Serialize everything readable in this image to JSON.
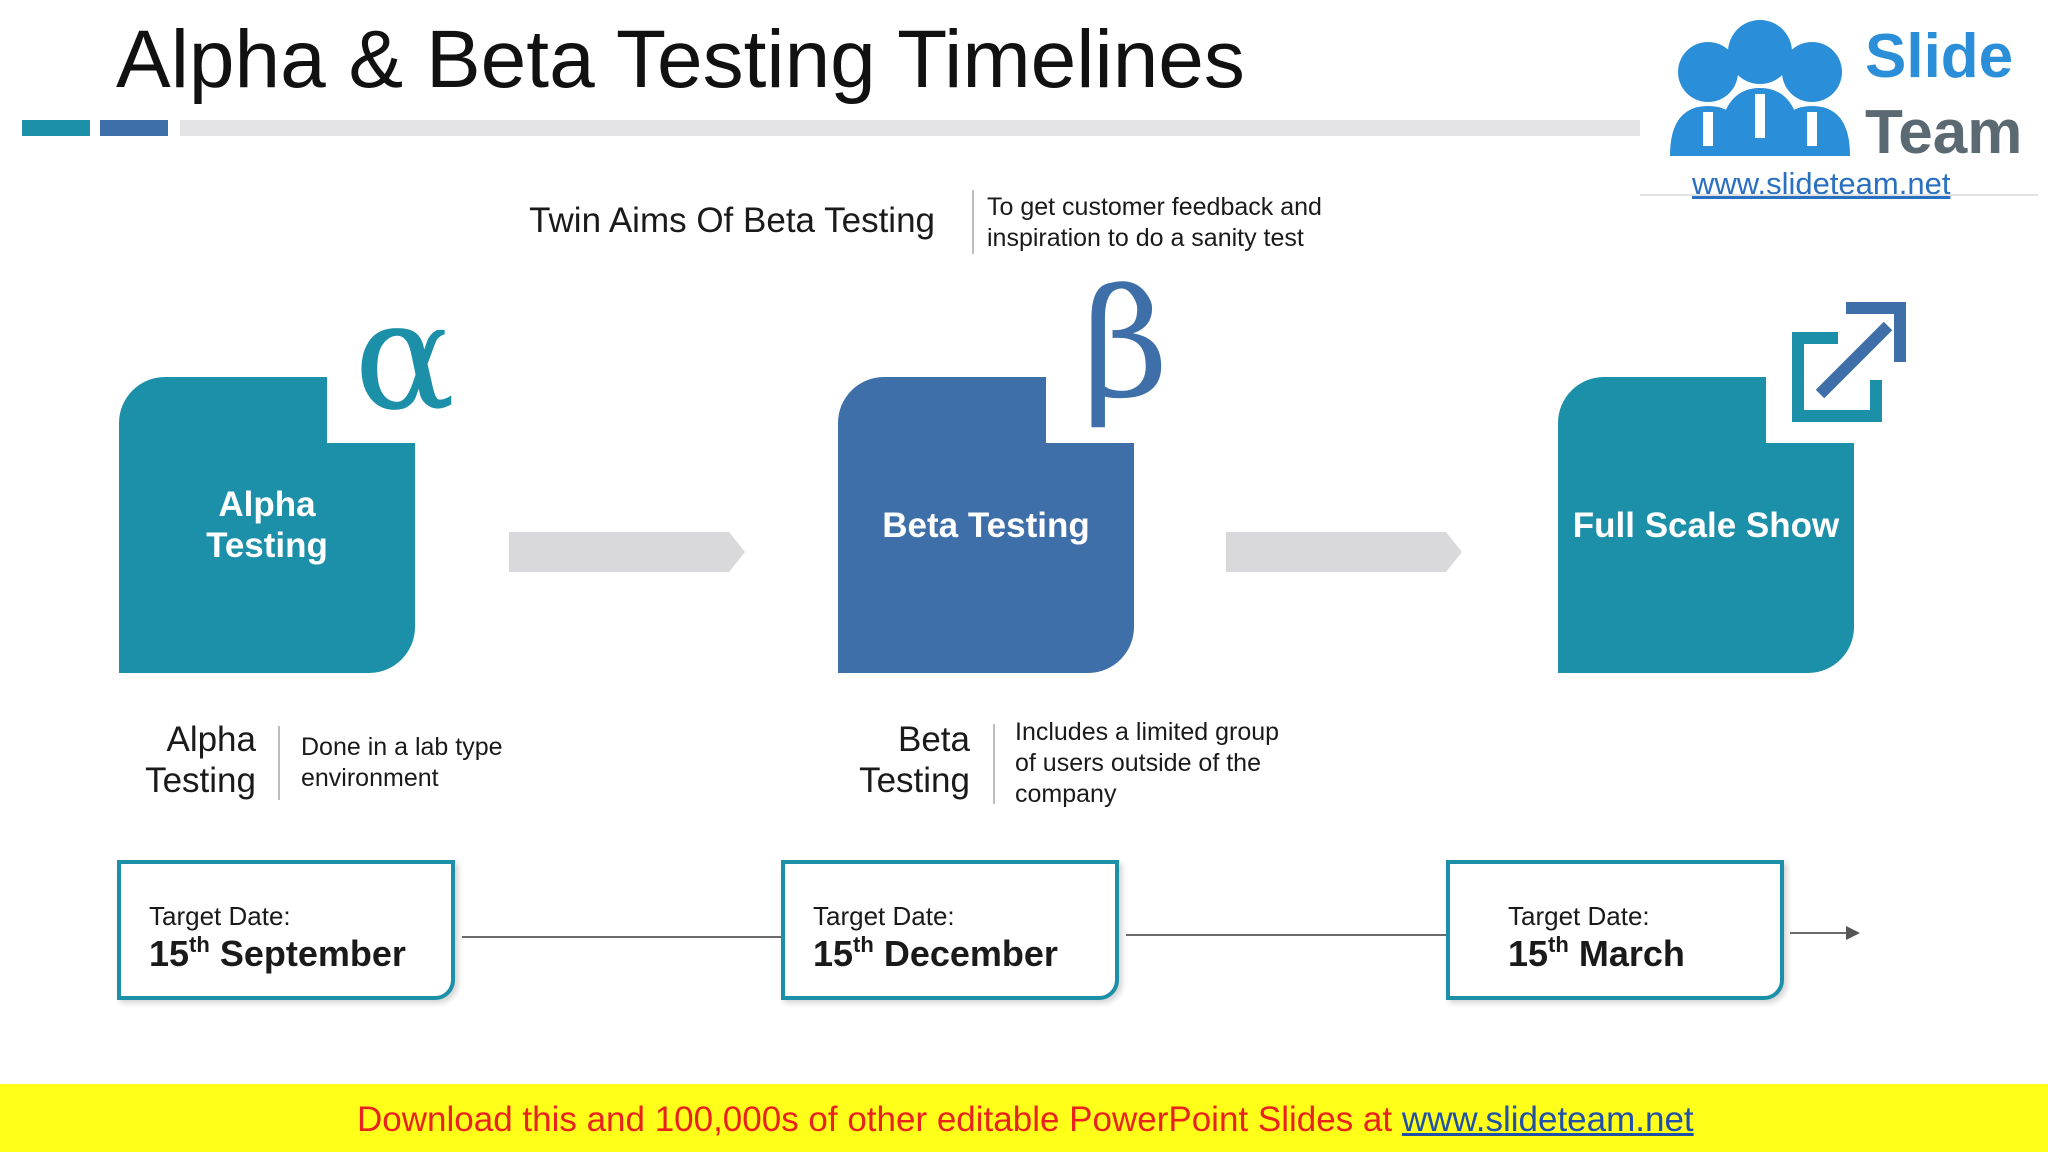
{
  "header": {
    "title": "Alpha & Beta Testing Timelines"
  },
  "logo": {
    "word_1": "Slide",
    "word_2": "Team",
    "url": "www.slideteam.net",
    "icon": "people-group-icon"
  },
  "aims": {
    "label": "Twin Aims Of Beta Testing",
    "text": "To  get customer feedback and inspiration to do a sanity test"
  },
  "stages": [
    {
      "label": "Alpha Testing",
      "symbol": "α",
      "icon": "alpha-symbol"
    },
    {
      "label": "Beta Testing",
      "symbol": "β",
      "icon": "beta-symbol"
    },
    {
      "label": "Full Scale Show",
      "icon": "expand-arrow-icon"
    }
  ],
  "descriptions": [
    {
      "title": "Alpha Testing",
      "text": "Done in a lab type environment"
    },
    {
      "title": "Beta Testing",
      "text": "Includes a limited group of users outside of the company"
    }
  ],
  "timeline": [
    {
      "label": "Target Date:",
      "day": "15",
      "suffix": "th",
      "month": "September"
    },
    {
      "label": "Target Date:",
      "day": "15",
      "suffix": "th",
      "month": "December"
    },
    {
      "label": "Target Date:",
      "day": "15",
      "suffix": "th",
      "month": "March"
    }
  ],
  "footer": {
    "text": "Download this and 100,000s of other editable PowerPoint Slides at ",
    "link": "www.slideteam.net"
  },
  "colors": {
    "teal": "#1c8fa9",
    "blue": "#3f6fa8",
    "arrow_gray": "#d9d9dc",
    "footer_yellow": "#ffff1a",
    "footer_red": "#e8231d"
  }
}
